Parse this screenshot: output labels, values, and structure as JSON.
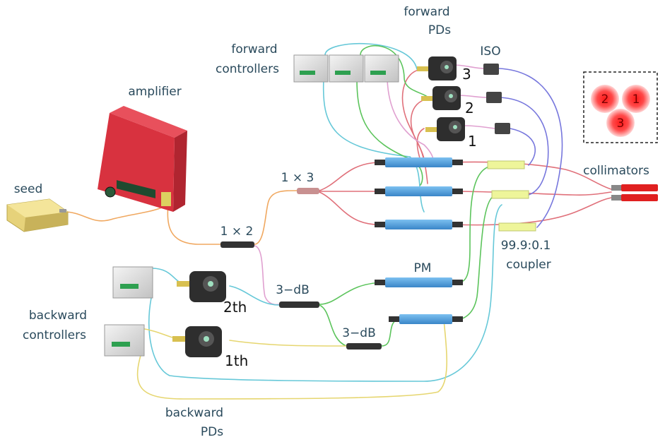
{
  "labels": {
    "forward_pds": [
      "forward",
      "PDs"
    ],
    "iso": "ISO",
    "forward_controllers": [
      "forward",
      "controllers"
    ],
    "amplifier": "amplifier",
    "seed": "seed",
    "splitter_1x3": "1 × 3",
    "splitter_1x2": "1 × 2",
    "collimators": "collimators",
    "coupler": [
      "99.9:0.1",
      "coupler"
    ],
    "pm": "PM",
    "coupler_3db_a": "3−dB",
    "coupler_3db_b": "3−dB",
    "backward_controllers": [
      "backward",
      "controllers"
    ],
    "backward_pds": [
      "backward",
      "PDs"
    ]
  },
  "pd_numbers": {
    "forward": [
      "3",
      "2",
      "1"
    ],
    "backward": [
      "2th",
      "1th"
    ]
  },
  "collimator_spots": [
    "2",
    "1",
    "3"
  ],
  "colors": {
    "label": "#2a4a5c",
    "amplifier": "#d8323f",
    "seed": "#e6d27a",
    "modulator": "#4a9fe0",
    "coupler": "#eef59a",
    "fiber_red": "#e0707a",
    "fiber_green": "#5cc45c",
    "fiber_cyan": "#66c8d8",
    "fiber_blue": "#7777dd",
    "fiber_orange": "#f0a860",
    "fiber_yellow": "#e6d670",
    "spot": "#ff2020"
  }
}
